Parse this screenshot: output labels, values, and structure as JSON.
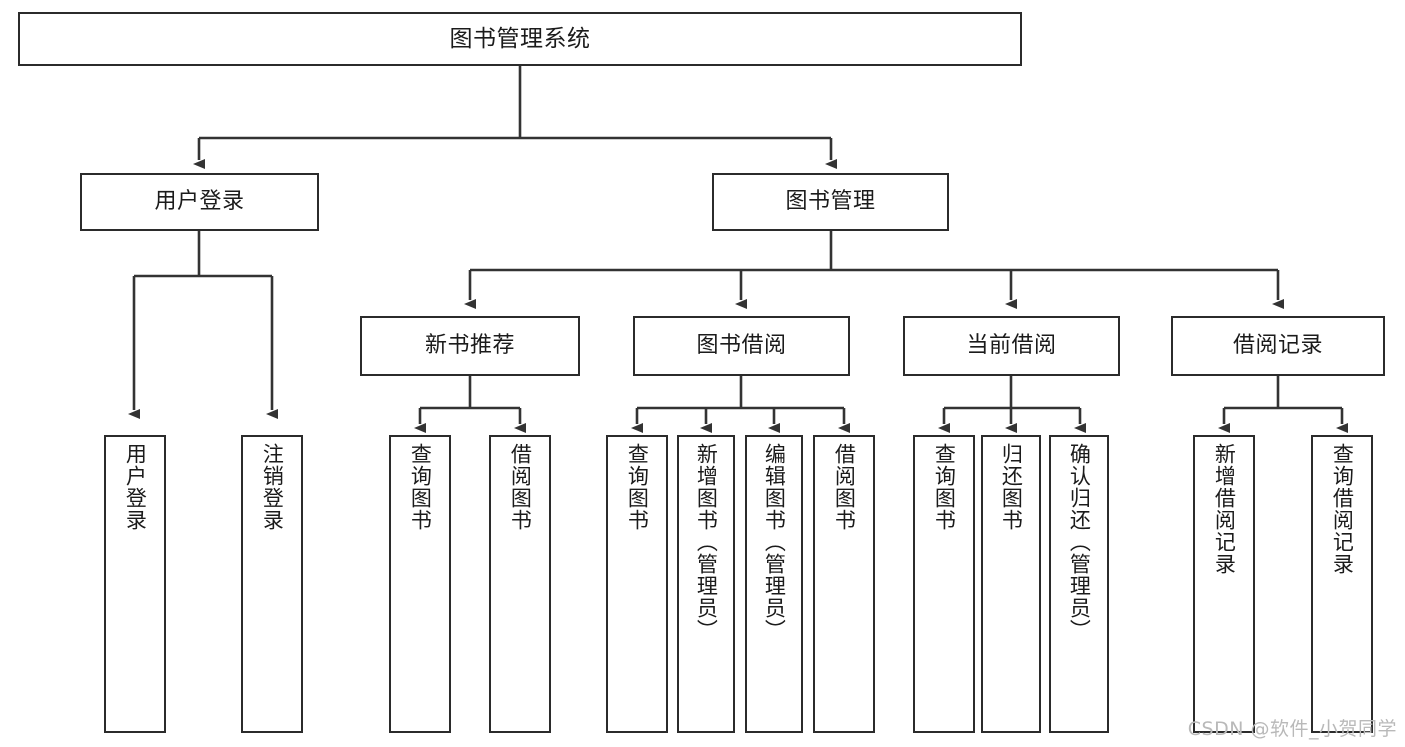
{
  "diagram": {
    "title": "图书管理系统",
    "type": "tree-hierarchy-diagram",
    "colors": {
      "box_border": "#2b2b2b",
      "box_fill": "#ffffff",
      "connector": "#333333",
      "text": "#1b1b1b",
      "watermark": "#b9b9b9",
      "background": "#ffffff"
    },
    "nodes": {
      "root": {
        "label": "图书管理系统"
      },
      "level2": [
        {
          "label": "用户登录"
        },
        {
          "label": "图书管理"
        }
      ],
      "level3": [
        {
          "label": "新书推荐"
        },
        {
          "label": "图书借阅"
        },
        {
          "label": "当前借阅"
        },
        {
          "label": "借阅记录"
        }
      ],
      "leaves": {
        "user_login": [
          {
            "label": "用户登录"
          },
          {
            "label": "注销登录"
          }
        ],
        "new_book_recommend": [
          {
            "label": "查询图书"
          },
          {
            "label": "借阅图书"
          }
        ],
        "book_borrow": [
          {
            "label": "查询图书"
          },
          {
            "label": "新增图书（管理员）"
          },
          {
            "label": "编辑图书（管理员）"
          },
          {
            "label": "借阅图书"
          }
        ],
        "current_borrow": [
          {
            "label": "查询图书"
          },
          {
            "label": "归还图书"
          },
          {
            "label": "确认归还（管理员）"
          }
        ],
        "borrow_record": [
          {
            "label": "新增借阅记录"
          },
          {
            "label": "查询借阅记录"
          }
        ]
      }
    },
    "watermark": "CSDN @软件_小贺同学"
  }
}
